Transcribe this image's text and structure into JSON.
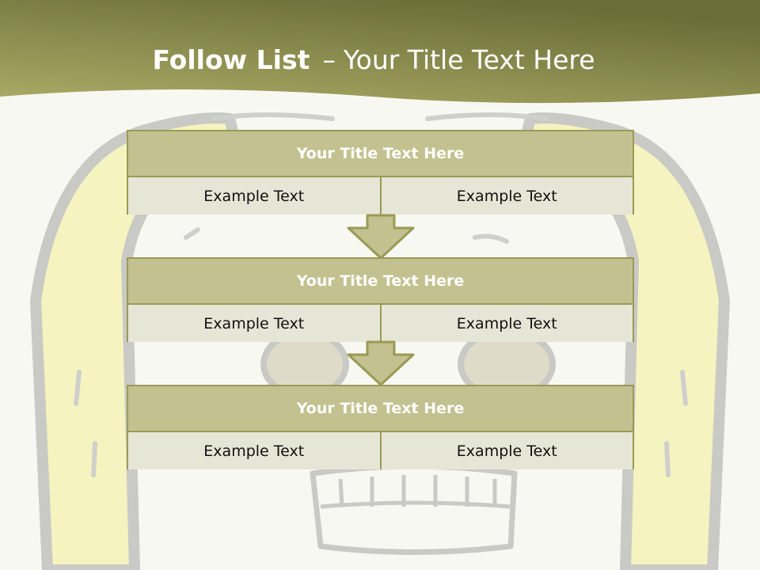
{
  "slide": {
    "title_bold": "Follow List",
    "title_separator": "–",
    "title_rest": "Your Title Text Here"
  },
  "blocks": [
    {
      "title": "Your Title Text Here",
      "cells": [
        "Example Text",
        "Example Text"
      ]
    },
    {
      "title": "Your Title Text Here",
      "cells": [
        "Example Text",
        "Example Text"
      ]
    },
    {
      "title": "Your Title Text Here",
      "cells": [
        "Example Text",
        "Example Text"
      ]
    }
  ],
  "colors": {
    "header_gradient_start": "#abac66",
    "header_gradient_end": "#6c6d38",
    "block_title_fill": "#c3c18f",
    "block_cell_fill": "#e6e6d6",
    "block_border": "#9a9a56",
    "arrow_fill": "#c3c18f"
  },
  "icons": {
    "background": "skull-illustration",
    "connector": "down-arrow-icon"
  }
}
